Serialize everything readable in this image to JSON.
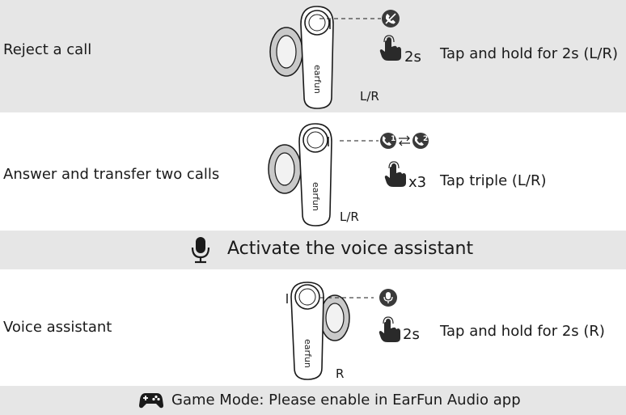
{
  "rows": [
    {
      "label": "Reject a call",
      "tap_count": "2s",
      "description": "Tap and hold for 2s (L/R)",
      "side": "L/R",
      "icon": "reject-call-icon"
    },
    {
      "label": "Answer and transfer two calls",
      "tap_count": "x3",
      "description": "Tap triple (L/R)",
      "side": "L/R",
      "icon": "switch-calls-icon"
    },
    {
      "label": "Voice assistant",
      "tap_count": "2s",
      "description": "Tap and hold for 2s (R)",
      "side": "R",
      "icon": "microphone-icon"
    }
  ],
  "voice_header": {
    "title": "Activate the voice assistant",
    "icon": "microphone-icon"
  },
  "footer": {
    "text": "Game Mode: Please enable in EarFun Audio app",
    "icon": "gamepad-icon"
  },
  "brand_text": "earfun",
  "call_badges": [
    "1",
    "2"
  ],
  "colors": {
    "band": "#e6e6e6",
    "ink": "#1a1a1a",
    "badge": "#3a3a3a"
  }
}
